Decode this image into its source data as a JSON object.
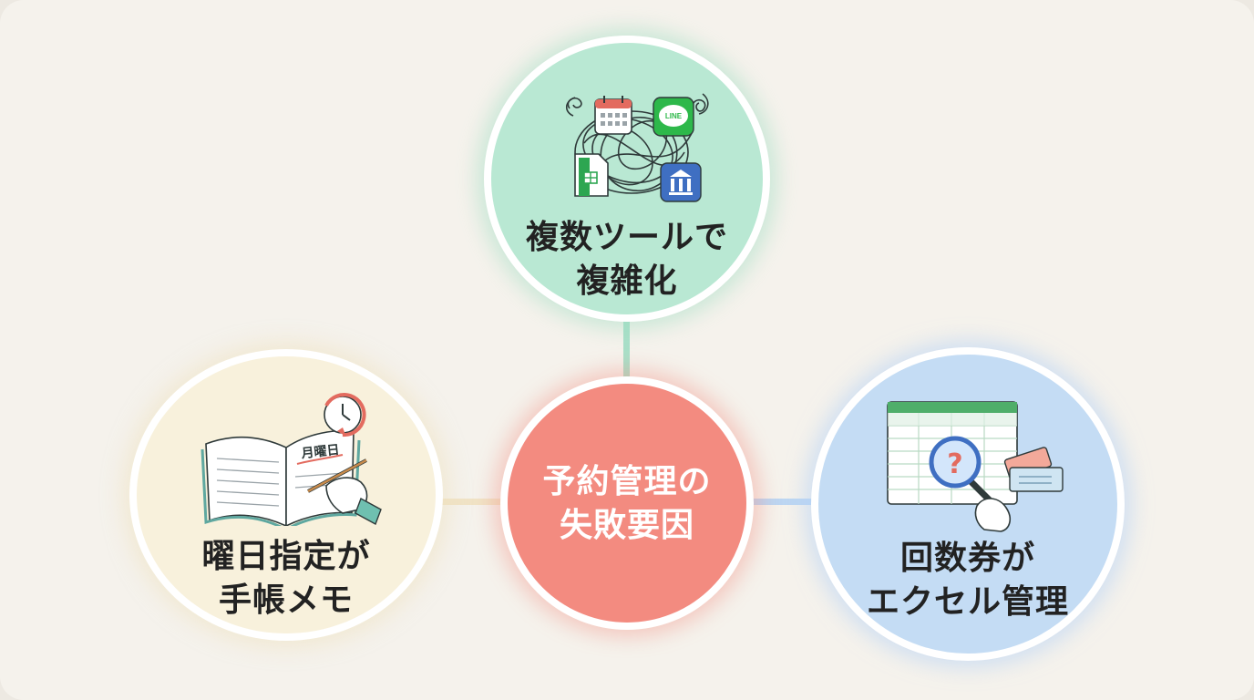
{
  "center": {
    "lines": [
      "予約管理の",
      "失敗要因"
    ]
  },
  "nodes": {
    "top": {
      "lines": [
        "複数ツールで",
        "複雑化"
      ]
    },
    "left": {
      "lines": [
        "曜日指定が",
        "手帳メモ"
      ]
    },
    "right": {
      "lines": [
        "回数券が",
        "エクセル管理"
      ]
    }
  },
  "icons": {
    "line_app_label": "LINE",
    "notebook_label": "月曜日",
    "magnifier_mark": "?"
  },
  "colors": {
    "background": "#f5f2ec",
    "center_fill": "#f38b80",
    "top_fill": "#b9e8d3",
    "left_fill": "#f8f1dc",
    "right_fill": "#c4dcf4",
    "connector_top": "#a9dfc8",
    "connector_left": "#f0e3c6",
    "connector_right": "#bcd6f2"
  }
}
